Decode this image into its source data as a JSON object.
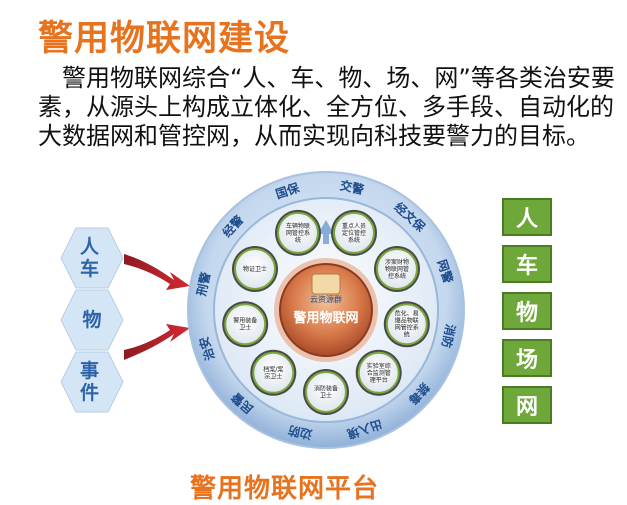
{
  "title": "警用物联网建设",
  "paragraph": "警用物联网综合“人、车、物、场、网”等各类治安要素，从源头上构成立体化、全方位、多手段、自动化的大数据网和管控网，从而实现向科技要警力的目标。",
  "left_hexagons": [
    "人车",
    "物",
    "事件"
  ],
  "right_boxes": [
    "人",
    "车",
    "物",
    "场",
    "网"
  ],
  "ring_labels": [
    "交警",
    "经文保",
    "网警",
    "消防",
    "禁毒",
    "出入境",
    "边防",
    "民警",
    "治安",
    "刑警",
    "经警",
    "国保"
  ],
  "center_label": "警用物联网",
  "center_sublabel": "云资源群",
  "nodes": [
    "车辆物联网管控系统",
    "重点人员定位管控系统",
    "涉案财物物联网管控系统",
    "危化、易爆品物联网管控系统",
    "实验室综合监测管理平台",
    "消防装备卫士",
    "档案/案宗卫士",
    "警用装备卫士",
    "物证卫士"
  ],
  "bottom_label": "警用物联网平台",
  "colors": {
    "title": "#e8731e",
    "hex": "#2e63a8",
    "hex_fill": "#d4e5f6",
    "green": "#6ea83a",
    "ring": "#1f4d8c",
    "arrow": "#c0232d"
  }
}
